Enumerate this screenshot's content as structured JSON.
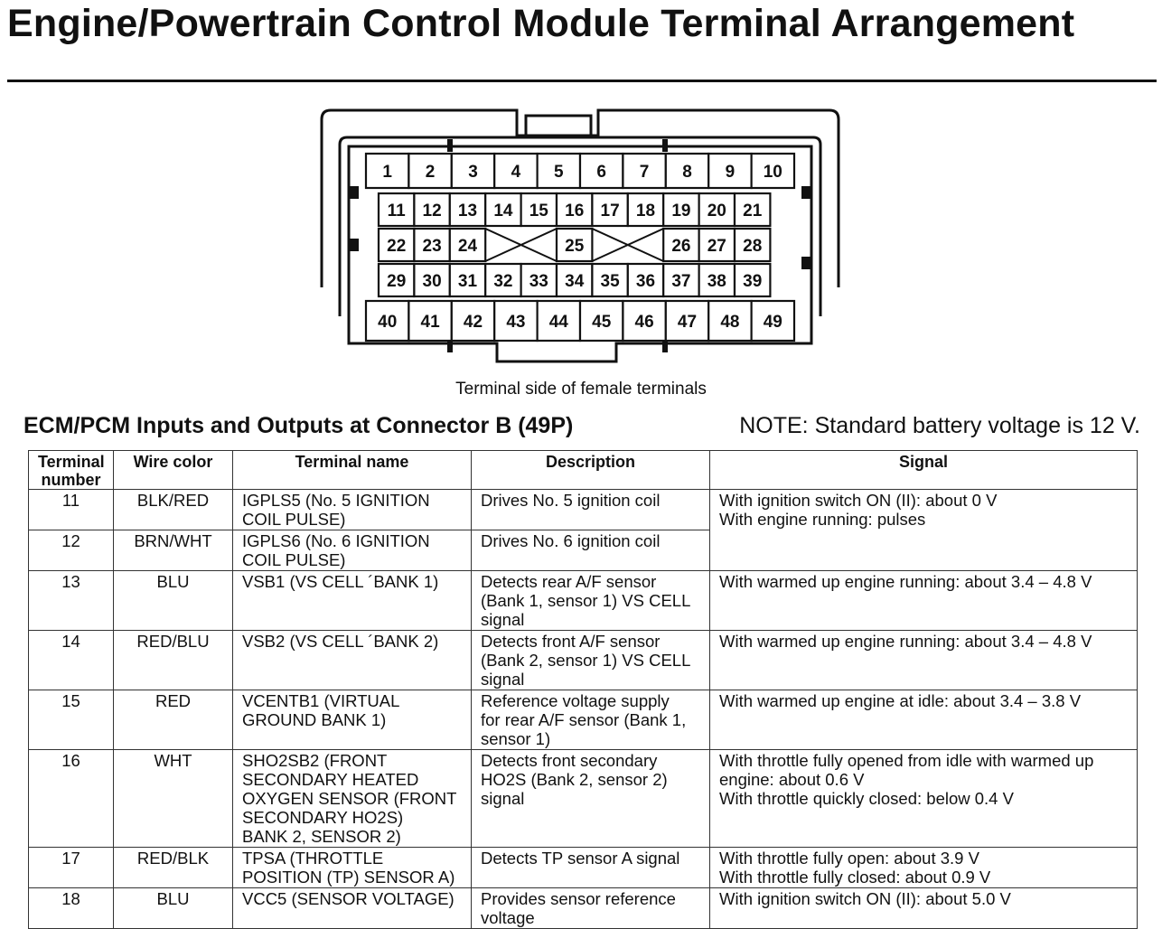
{
  "title": "Engine/Powertrain Control Module Terminal Arrangement",
  "connector": {
    "rows": [
      [
        "1",
        "2",
        "3",
        "4",
        "5",
        "6",
        "7",
        "8",
        "9",
        "10"
      ],
      [
        "11",
        "12",
        "13",
        "14",
        "15",
        "16",
        "17",
        "18",
        "19",
        "20",
        "21"
      ],
      [
        "22",
        "23",
        "24",
        "",
        "25",
        "",
        "26",
        "27",
        "28"
      ],
      [
        "29",
        "30",
        "31",
        "32",
        "33",
        "34",
        "35",
        "36",
        "37",
        "38",
        "39"
      ],
      [
        "40",
        "41",
        "42",
        "43",
        "44",
        "45",
        "46",
        "47",
        "48",
        "49"
      ]
    ],
    "caption": "Terminal side of female terminals"
  },
  "section_title": "ECM/PCM Inputs and Outputs at Connector B (49P)",
  "note": "NOTE: Standard battery voltage is 12 V.",
  "table": {
    "headers": {
      "terminal_number_1": "Terminal",
      "terminal_number_2": "number",
      "wire_color": "Wire color",
      "terminal_name": "Terminal name",
      "description": "Description",
      "signal": "Signal"
    },
    "rows": [
      {
        "num": "11",
        "color": "BLK/RED",
        "name": [
          "IGPLS5 (No. 5 IGNITION",
          "COIL PULSE)"
        ],
        "desc": [
          "Drives No. 5 ignition coil"
        ],
        "signal": [
          "With ignition switch ON (II): about 0 V",
          "With engine running: pulses"
        ]
      },
      {
        "num": "12",
        "color": "BRN/WHT",
        "name": [
          "IGPLS6 (No. 6 IGNITION",
          "COIL PULSE)"
        ],
        "desc": [
          "Drives No. 6 ignition coil"
        ],
        "signal": []
      },
      {
        "num": "13",
        "color": "BLU",
        "name": [
          "VSB1 (VS CELL ´BANK 1)"
        ],
        "desc": [
          "Detects rear A/F sensor",
          "(Bank 1, sensor 1) VS CELL",
          "signal"
        ],
        "signal": [
          "With warmed up engine running: about 3.4 – 4.8 V"
        ]
      },
      {
        "num": "14",
        "color": "RED/BLU",
        "name": [
          "VSB2 (VS CELL ´BANK 2)"
        ],
        "desc": [
          "Detects front A/F sensor",
          "(Bank 2, sensor 1) VS CELL",
          "signal"
        ],
        "signal": [
          "With warmed up engine running: about 3.4 – 4.8 V"
        ]
      },
      {
        "num": "15",
        "color": "RED",
        "name": [
          "VCENTB1 (VIRTUAL",
          "GROUND BANK 1)"
        ],
        "desc": [
          "Reference voltage supply",
          "for rear A/F sensor (Bank 1,",
          "sensor 1)"
        ],
        "signal": [
          "With warmed up engine at idle: about 3.4 – 3.8 V"
        ]
      },
      {
        "num": "16",
        "color": "WHT",
        "name": [
          "SHO2SB2 (FRONT",
          "SECONDARY HEATED",
          "OXYGEN SENSOR (FRONT",
          "SECONDARY HO2S)",
          "BANK 2, SENSOR 2)"
        ],
        "desc": [
          "Detects front secondary",
          "HO2S (Bank 2, sensor 2)",
          "signal"
        ],
        "signal": [
          "With throttle fully opened from idle with warmed up",
          "engine: about 0.6 V",
          "With throttle quickly closed: below 0.4 V"
        ]
      },
      {
        "num": "17",
        "color": "RED/BLK",
        "name": [
          "TPSA (THROTTLE",
          "POSITION (TP) SENSOR A)"
        ],
        "desc": [
          "Detects TP sensor A signal"
        ],
        "signal": [
          "With throttle fully open: about 3.9 V",
          "With throttle fully closed: about 0.9 V"
        ]
      },
      {
        "num": "18",
        "color": "BLU",
        "name": [
          "VCC5 (SENSOR VOLTAGE)"
        ],
        "desc": [
          "Provides sensor reference",
          "voltage"
        ],
        "signal": [
          "With ignition switch ON (II): about 5.0 V"
        ]
      }
    ]
  }
}
